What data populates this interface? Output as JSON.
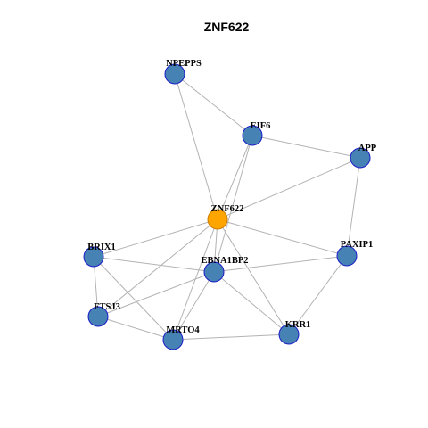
{
  "title": "ZNF622",
  "colors": {
    "node_fill": "#4682B4",
    "node_stroke": "#1c1cc8",
    "center_fill": "#FFA500",
    "center_stroke": "#cc7a00",
    "edge": "#b3b3b3"
  },
  "nodes": [
    {
      "id": "NPEPPS",
      "label": "NPEPPS",
      "center": false
    },
    {
      "id": "EIF6",
      "label": "EIF6",
      "center": false
    },
    {
      "id": "APP",
      "label": "APP",
      "center": false
    },
    {
      "id": "ZNF622",
      "label": "ZNF622",
      "center": true
    },
    {
      "id": "BRIX1",
      "label": "BRIX1",
      "center": false
    },
    {
      "id": "PAXIP1",
      "label": "PAXIP1",
      "center": false
    },
    {
      "id": "EBNA1BP2",
      "label": "EBNA1BP2",
      "center": false
    },
    {
      "id": "FTSJ3",
      "label": "FTSJ3",
      "center": false
    },
    {
      "id": "KRR1",
      "label": "KRR1",
      "center": false
    },
    {
      "id": "MRTO4",
      "label": "MRTO4",
      "center": false
    }
  ],
  "edges": [
    [
      "NPEPPS",
      "EIF6"
    ],
    [
      "NPEPPS",
      "ZNF622"
    ],
    [
      "EIF6",
      "APP"
    ],
    [
      "EIF6",
      "ZNF622"
    ],
    [
      "EIF6",
      "EBNA1BP2"
    ],
    [
      "APP",
      "ZNF622"
    ],
    [
      "APP",
      "PAXIP1"
    ],
    [
      "ZNF622",
      "BRIX1"
    ],
    [
      "ZNF622",
      "PAXIP1"
    ],
    [
      "ZNF622",
      "EBNA1BP2"
    ],
    [
      "ZNF622",
      "FTSJ3"
    ],
    [
      "ZNF622",
      "MRTO4"
    ],
    [
      "ZNF622",
      "KRR1"
    ],
    [
      "BRIX1",
      "EBNA1BP2"
    ],
    [
      "BRIX1",
      "FTSJ3"
    ],
    [
      "BRIX1",
      "MRTO4"
    ],
    [
      "PAXIP1",
      "EBNA1BP2"
    ],
    [
      "PAXIP1",
      "KRR1"
    ],
    [
      "EBNA1BP2",
      "FTSJ3"
    ],
    [
      "EBNA1BP2",
      "MRTO4"
    ],
    [
      "EBNA1BP2",
      "KRR1"
    ],
    [
      "FTSJ3",
      "MRTO4"
    ],
    [
      "MRTO4",
      "KRR1"
    ]
  ]
}
